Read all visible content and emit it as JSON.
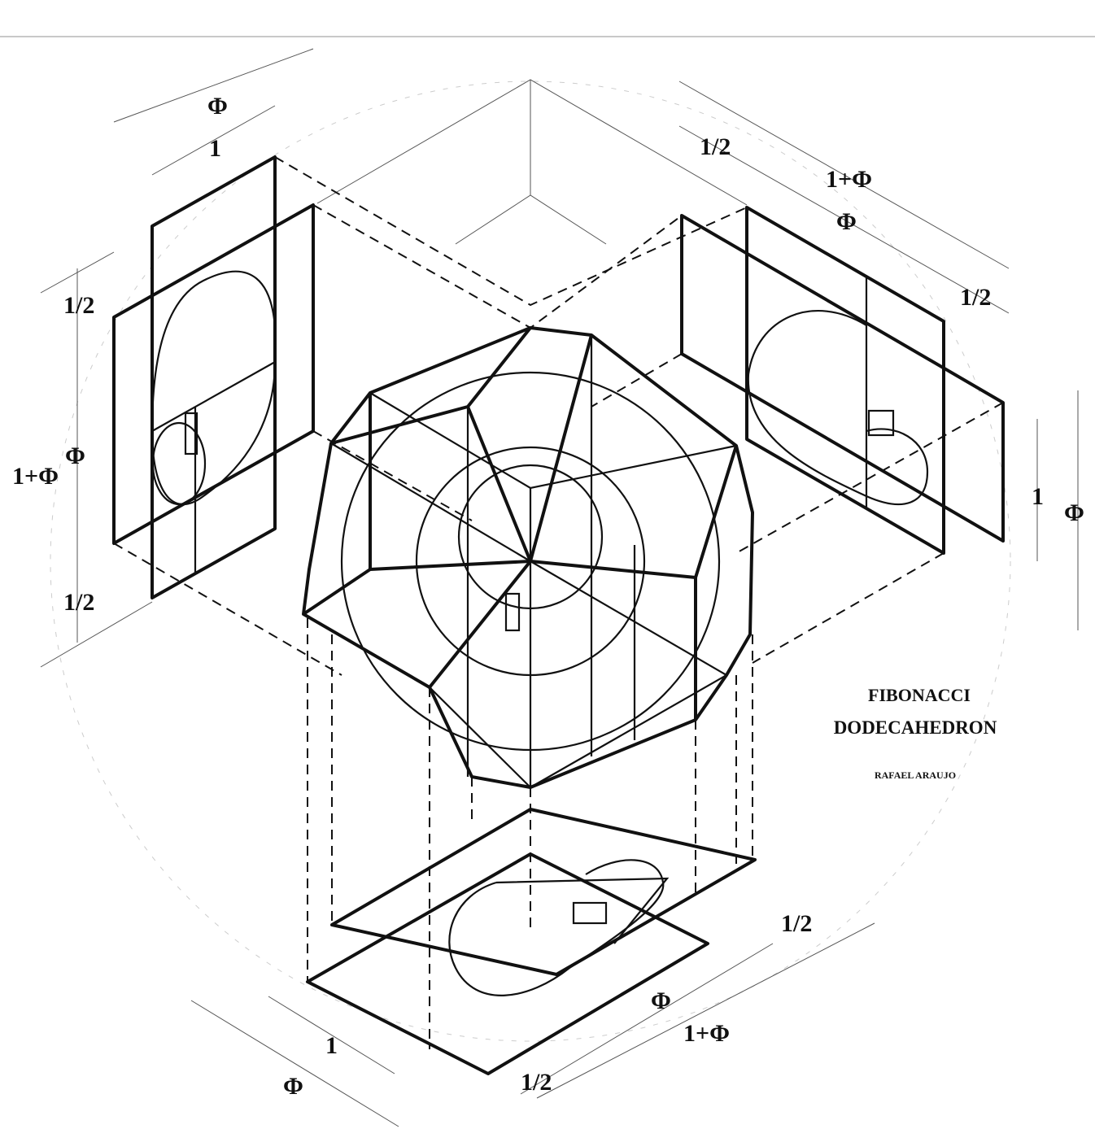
{
  "title": {
    "line1": "FIBONACCI",
    "line2": "DODECAHEDRON",
    "author": "RAFAEL ARAUJO"
  },
  "labels": {
    "tl_phi": "Φ",
    "tl_one": "1",
    "l_half_top": "1/2",
    "l_one_plus_phi": "1+Φ",
    "l_phi": "Φ",
    "l_half_bottom": "1/2",
    "tr_half": "1/2",
    "tr_one_plus_phi": "1+Φ",
    "tr_phi": "Φ",
    "tr_half2": "1/2",
    "r_one": "1",
    "r_phi": "Φ",
    "b_half_right": "1/2",
    "b_phi": "Φ",
    "b_one_plus_phi": "1+Φ",
    "b_half_left": "1/2",
    "b_one": "1",
    "b_phi_left": "Φ"
  }
}
